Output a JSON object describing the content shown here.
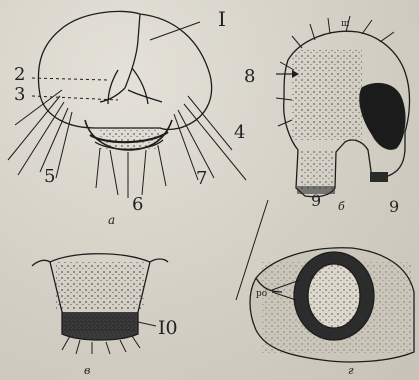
{
  "figure": {
    "labels": {
      "n1": "I",
      "n2": "2",
      "n3": "3",
      "n4": "4",
      "n5": "5",
      "n6": "6",
      "n7": "7",
      "n8": "8",
      "n9a": "9",
      "n9b": "9",
      "n10": "I0",
      "tiny_ru": "ш",
      "tiny_ro": "ро",
      "panel_a": "а",
      "panel_b": "б",
      "panel_c": "в",
      "panel_d": "г"
    },
    "ink_color": "#1d1d1d",
    "paper_color": "#d6d2c8"
  }
}
